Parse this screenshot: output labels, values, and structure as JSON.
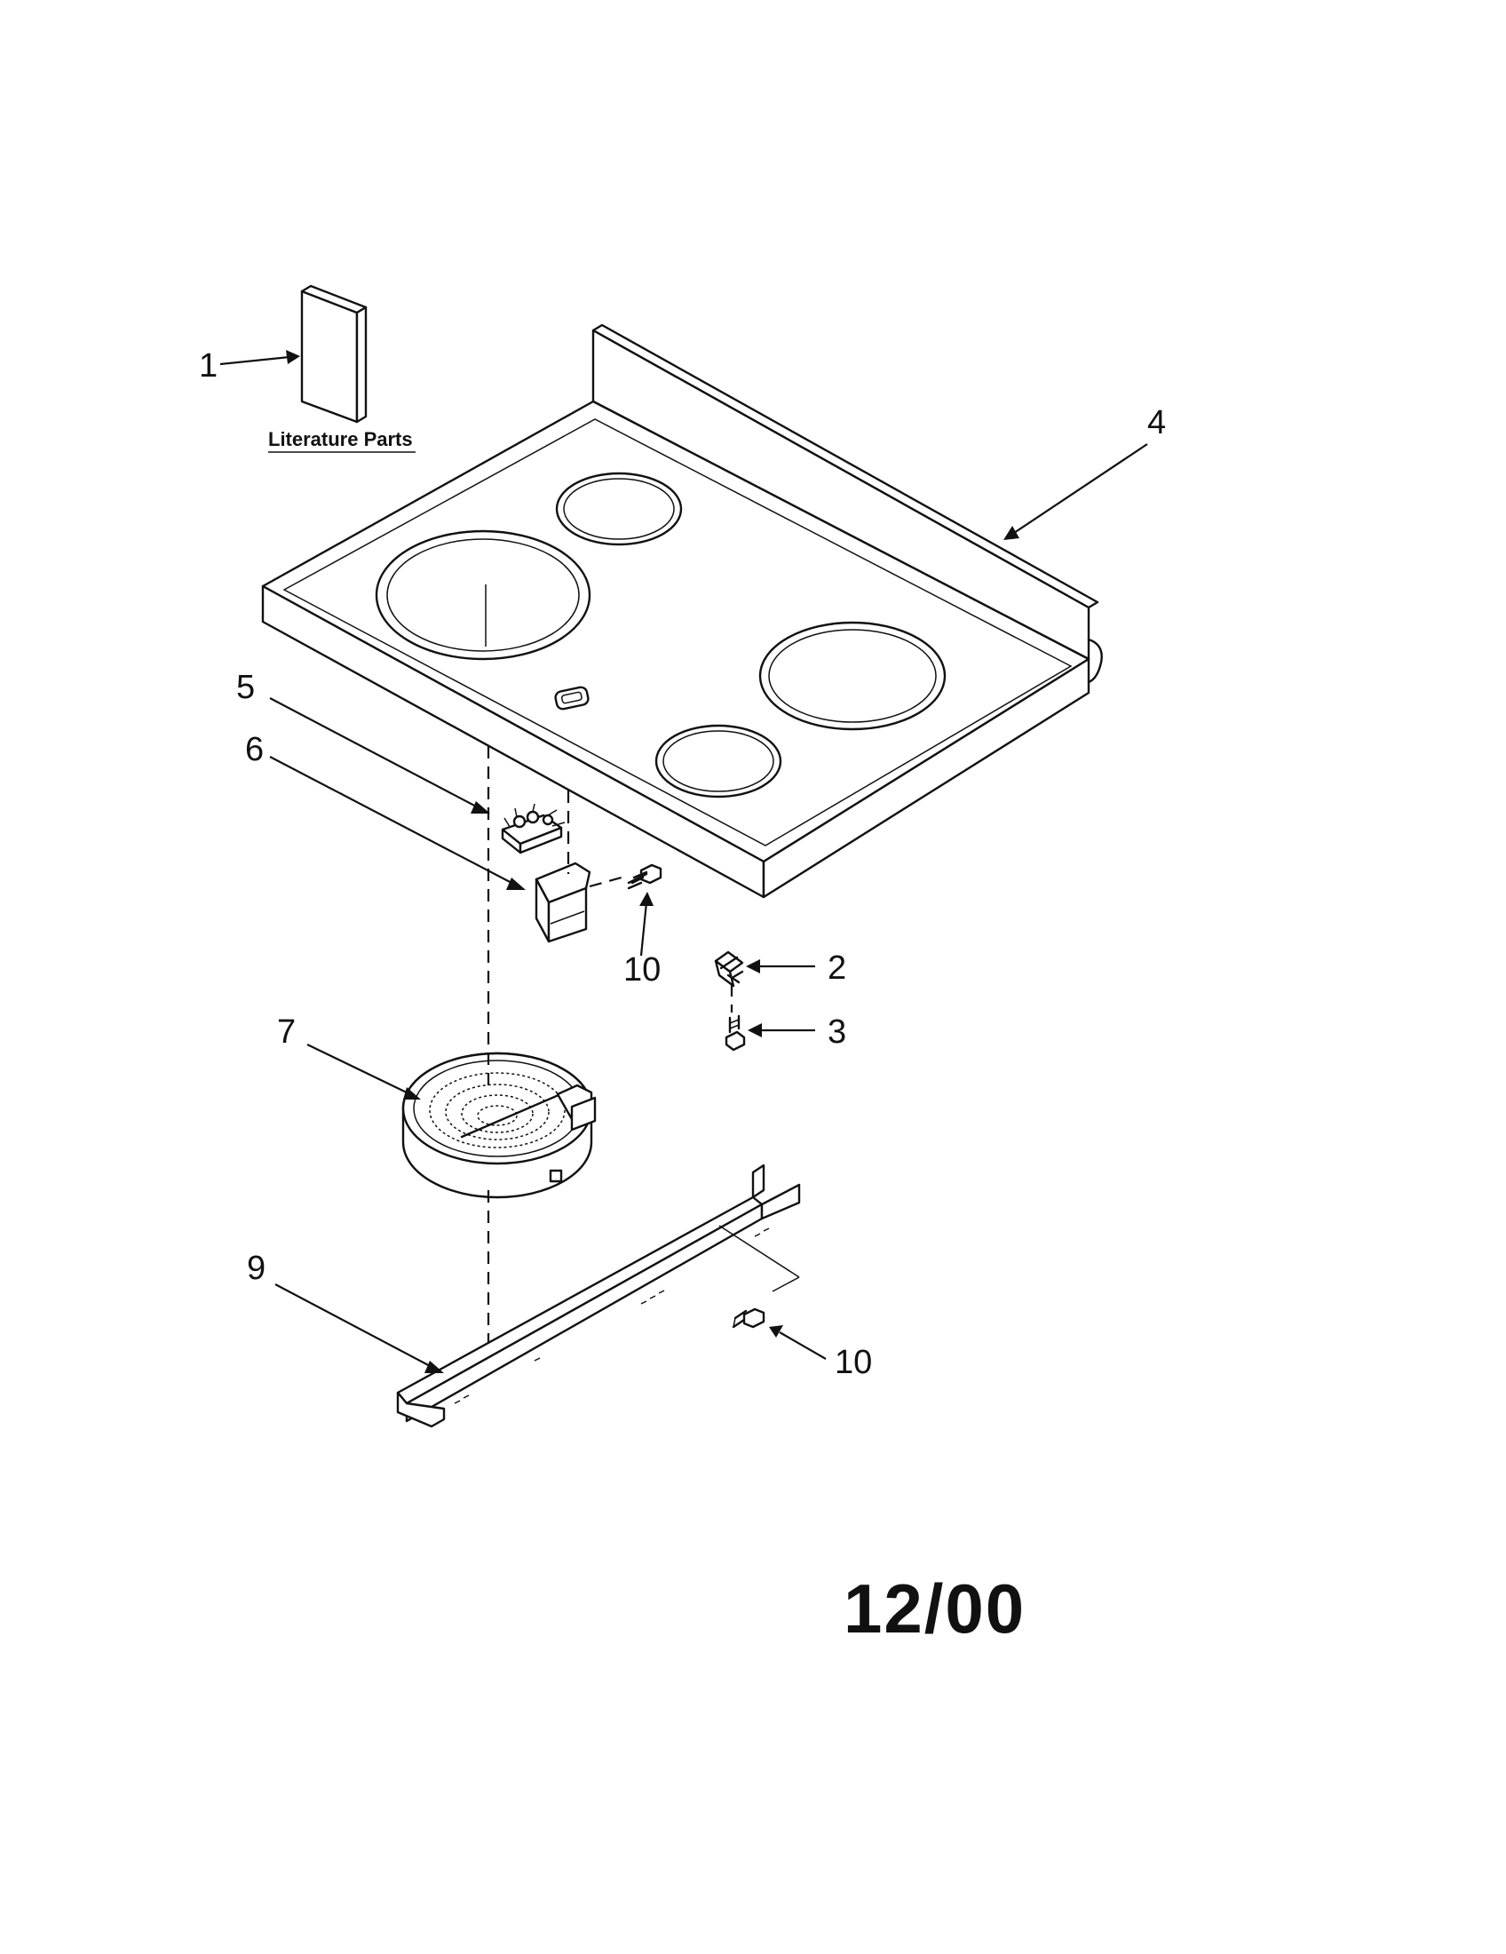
{
  "literature": {
    "title": "Literature Parts"
  },
  "callouts": {
    "c1": "1",
    "c2": "2",
    "c3": "3",
    "c4": "4",
    "c5": "5",
    "c6": "6",
    "c7": "7",
    "c9": "9",
    "c10a": "10",
    "c10b": "10"
  },
  "date_stamp": "12/00"
}
